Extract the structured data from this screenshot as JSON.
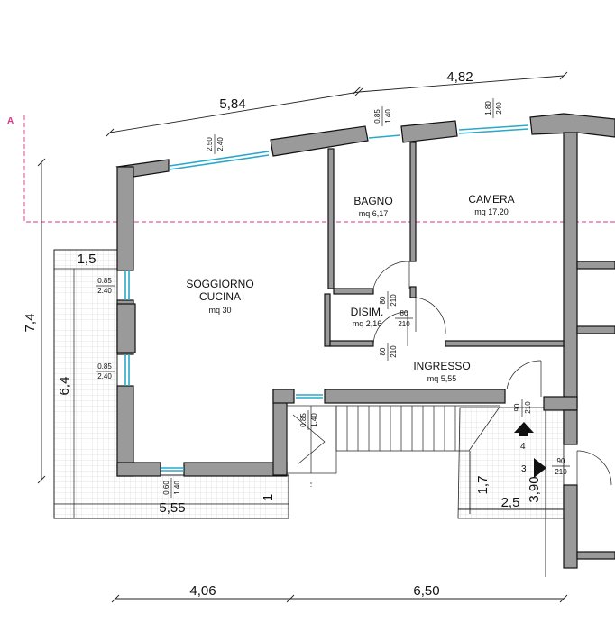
{
  "section_marker": {
    "label": "A",
    "color": "#e0338c"
  },
  "rooms": {
    "soggiorno": {
      "name_line1": "SOGGIORNO",
      "name_line2": "CUCINA",
      "area": "mq 30"
    },
    "bagno": {
      "name": "BAGNO",
      "area": "mq 6,17"
    },
    "camera": {
      "name": "CAMERA",
      "area": "mq 17,20"
    },
    "disim": {
      "name": "DISIM.",
      "area": "mq 2,16"
    },
    "ingresso": {
      "name": "INGRESSO",
      "area": "mq 5,55"
    }
  },
  "dimensions": {
    "top_left": "5,84",
    "top_right": "4,82",
    "left_outer": "7,4",
    "left_inner": "6,4",
    "terrace_top": "1,5",
    "bottom_wall": "5,55",
    "terrace_side": "1",
    "bottom_left": "4,06",
    "bottom_right": "6,50",
    "landing_height": "1,7",
    "landing_width": "2,5",
    "landing_depth": "3,90"
  },
  "openings": {
    "w_top_a": {
      "w": "2.50",
      "h": "2.40"
    },
    "w_top_b": {
      "w": "0.85",
      "h": "1.40"
    },
    "w_top_c": {
      "w": "1.80",
      "h": "240"
    },
    "w_left_a": {
      "w": "0.85",
      "h": "2.40"
    },
    "w_left_b": {
      "w": "0.85",
      "h": "2.40"
    },
    "w_bottom": {
      "w": "0.60",
      "h": "1.40"
    },
    "w_stair": {
      "w": "0.85",
      "h": "1.40"
    },
    "d_bagno": {
      "w": "80",
      "h": "210"
    },
    "d_disim_a": {
      "w": "80",
      "h": "210"
    },
    "d_disim_b": {
      "w": "80",
      "h": "210"
    },
    "d_entry": {
      "w": "90",
      "h": "210"
    },
    "d_landing": {
      "w": "90",
      "h": "210"
    }
  },
  "stair": {
    "up_number": "4",
    "side_number": "3"
  },
  "colors": {
    "wall_fill": "#9a9a9a",
    "window": "#2aa7c9",
    "section_line": "#e0338c"
  }
}
